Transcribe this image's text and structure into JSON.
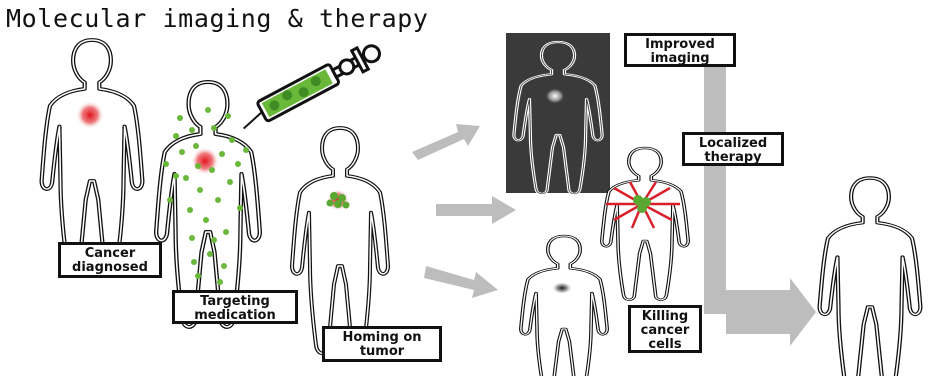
{
  "title": "Molecular imaging & therapy",
  "corner_text": "",
  "labels": {
    "cancer_diagnosed": "Cancer\ndiagnosed",
    "targeting_medication": "Targeting\nmedication",
    "homing_on_tumor": "Homing on\ntumor",
    "improved_imaging": "Improved\nimaging",
    "localized_therapy": "Localized\ntherapy",
    "killing_cancer_cells": "Killing\ncancer\ncells"
  },
  "colors": {
    "tumor_red": "#d9202a",
    "medication_green": "#6ab83a",
    "arrow_gray": "#bdbdbd",
    "scan_panel": "#3a3a3a"
  }
}
